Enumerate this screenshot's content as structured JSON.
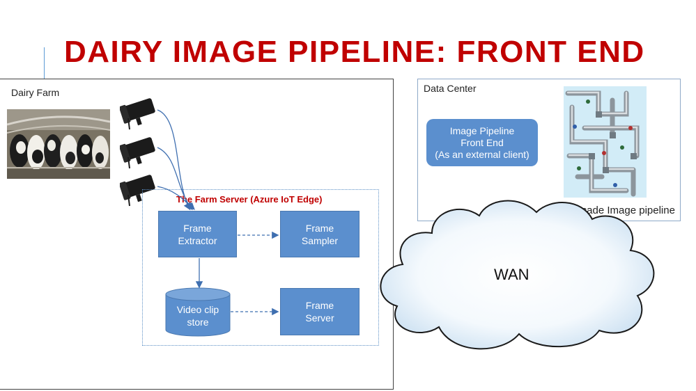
{
  "slide": {
    "title": "DAIRY IMAGE PIPELINE: FRONT END"
  },
  "farm": {
    "label": "Dairy Farm",
    "image_icon": "dairy-cows-photo",
    "camera_icon": "security-camera-icon",
    "camera_count": 3
  },
  "edge": {
    "title": "The Farm Server (Azure IoT  Edge)",
    "frame_extractor": [
      "Frame",
      "Extractor"
    ],
    "frame_sampler": [
      "Frame",
      "Sampler"
    ],
    "video_clip_store": [
      "Video clip",
      "store"
    ],
    "frame_server": [
      "Frame",
      "Server"
    ]
  },
  "data_center": {
    "label": "Data Center",
    "front_end": [
      "Image Pipeline",
      "Front End",
      "(As an external client)"
    ],
    "pipeline_caption": "Cascade Image pipeline",
    "image_icon": "cascade-pipes-illustration"
  },
  "network": {
    "label": "WAN",
    "icon": "cloud-icon"
  },
  "colors": {
    "title": "#c00000",
    "process_fill": "#5b8fce",
    "edge_title": "#c00000",
    "connector": "#3f6fb0",
    "cloud_fill": "#dcebf7"
  }
}
